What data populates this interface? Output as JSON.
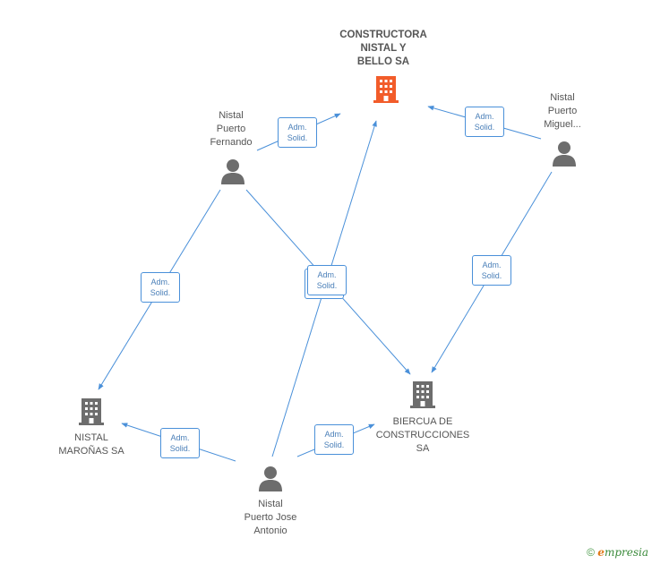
{
  "colors": {
    "edge": "#4a90d9",
    "person": "#6d6d6d",
    "building": "#6d6d6d",
    "main_building": "#f25c2a"
  },
  "nodes": {
    "constructora": {
      "label": "CONSTRUCTORA\nNISTAL Y\nBELLO SA",
      "icon": "building-icon"
    },
    "fernando": {
      "label": "Nistal\nPuerto\nFernando",
      "icon": "person-icon"
    },
    "miguel": {
      "label": "Nistal\nPuerto\nMiguel...",
      "icon": "person-icon"
    },
    "maronas": {
      "label": "NISTAL\nMAROÑAS SA",
      "icon": "building-icon"
    },
    "biercua": {
      "label": "BIERCUA DE\nCONSTRUCCIONES SA",
      "icon": "building-icon"
    },
    "jose": {
      "label": "Nistal\nPuerto Jose\nAntonio",
      "icon": "person-icon"
    }
  },
  "edge_labels": [
    {
      "id": "e1",
      "line1": "Adm.",
      "line2": "Solid."
    },
    {
      "id": "e2",
      "line1": "Adm.",
      "line2": "Solid."
    },
    {
      "id": "e3",
      "line1": "Adm.",
      "line2": "Solid."
    },
    {
      "id": "e4",
      "line1": "Adm.",
      "line2": "Solid."
    },
    {
      "id": "e5",
      "line1": "Adm.",
      "line2": "Solid."
    },
    {
      "id": "e6",
      "line1": "Adm.",
      "line2": "Solid."
    },
    {
      "id": "e7",
      "line1": "Adm.",
      "line2": "Solid."
    }
  ],
  "footer": {
    "copyright": "©",
    "brand_first": "e",
    "brand_rest": "mpresia"
  }
}
